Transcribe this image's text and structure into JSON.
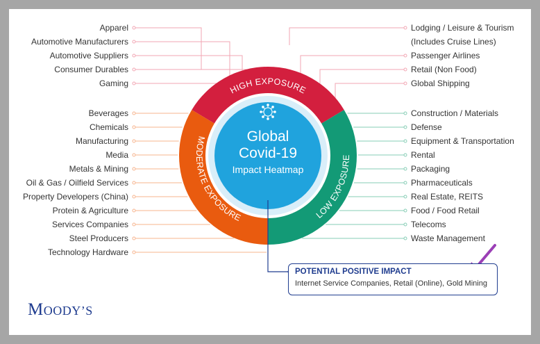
{
  "center": {
    "title_line1": "Global",
    "title_line2": "Covid-19",
    "subtitle": "Impact Heatmap"
  },
  "ring": {
    "high": "HIGH EXPOSURE",
    "moderate": "MODERATE EXPOSURE",
    "low": "LOW EXPOSURE"
  },
  "colors": {
    "high": "#d31f3e",
    "moderate": "#e95b0f",
    "low": "#139a76",
    "center": "#20a3dd",
    "accent": "#1f3c8f",
    "arrow": "#9b3fb6"
  },
  "high_left": [
    "Apparel",
    "Automotive Manufacturers",
    "Automotive Suppliers",
    "Consumer Durables",
    "Gaming"
  ],
  "high_right": [
    "Lodging / Leisure & Tourism",
    "(Includes Cruise Lines)",
    "Passenger Airlines",
    "Retail (Non Food)",
    "Global Shipping"
  ],
  "moderate": [
    "Beverages",
    "Chemicals",
    "Manufacturing",
    "Media",
    "Metals & Mining",
    "Oil & Gas / Oilfield Services",
    "Property Developers (China)",
    "Protein & Agriculture",
    "Services Companies",
    "Steel Producers",
    "Technology Hardware"
  ],
  "low": [
    "Construction / Materials",
    "Defense",
    "Equipment & Transportation",
    "Rental",
    "Packaging",
    "Pharmaceuticals",
    "Real Estate, REITS",
    "Food / Food Retail",
    "Telecoms",
    "Waste Management"
  ],
  "positive": {
    "title": "POTENTIAL POSITIVE IMPACT",
    "text": "Internet Service Companies, Retail (Online), Gold Mining"
  },
  "logo": "Moody’s"
}
